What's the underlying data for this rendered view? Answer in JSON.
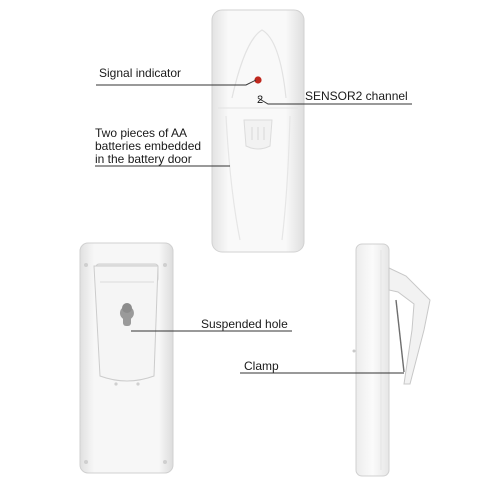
{
  "callouts": {
    "signal_indicator": "Signal indicator",
    "sensor2_channel": "SENSOR2 channel",
    "battery_line1": "Two pieces of AA",
    "battery_line2": "batteries embedded",
    "battery_line3": "in the battery door",
    "suspended_hole": "Suspended hole",
    "clamp": "Clamp"
  },
  "device": {
    "channel_number": "2"
  },
  "colors": {
    "device_body": "#f6f6f6",
    "device_outline": "#d4d4d4",
    "indicator_led": "#c0281e",
    "callout_line": "#333333"
  }
}
